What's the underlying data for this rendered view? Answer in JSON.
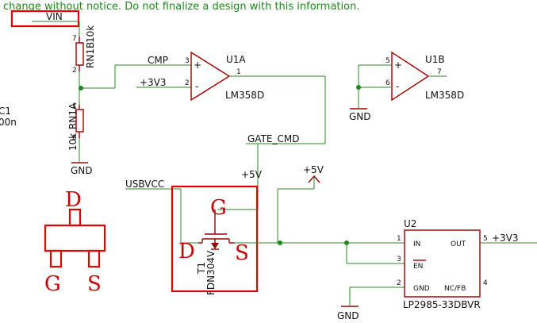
{
  "notice": "change without notice. Do not finalize a design with this information.",
  "nets": {
    "vin": "VIN",
    "cmp": "CMP",
    "v33_in": "+3V3",
    "v33_out": "+3V3",
    "gate_cmd": "GATE_CMD",
    "usbvcc": "USBVCC",
    "v5_a": "+5V",
    "v5_b": "+5V",
    "gnd1": "GND",
    "gnd2": "GND",
    "gnd3": "GND"
  },
  "resistors": {
    "rn1b": {
      "ref": "RN1B",
      "value": "10k",
      "pin_top": "7",
      "pin_bot": "2"
    },
    "rn1a": {
      "ref": "RN1A",
      "value": "10k",
      "pin_top": "1",
      "pin_bot": "8"
    }
  },
  "cap_partial": {
    "ref": "C1",
    "value": "00n"
  },
  "u1a": {
    "ref": "U1A",
    "part": "LM358D",
    "pin_plus": "3",
    "pin_minus": "2",
    "pin_out": "1",
    "plus": "+",
    "minus": "-"
  },
  "u1b": {
    "ref": "U1B",
    "part": "LM358D",
    "pin_plus": "5",
    "pin_minus": "6",
    "pin_out": "7",
    "plus": "+",
    "minus": "-"
  },
  "t1": {
    "ref": "T1",
    "part": "FDN304V"
  },
  "u2": {
    "ref": "U2",
    "part": "LP2985-33DBVR",
    "pins": {
      "in": "IN",
      "en": "EN",
      "gnd": "GND",
      "out": "OUT",
      "nc": "NC/FB"
    },
    "pin_nums": {
      "in": "1",
      "en": "3",
      "gnd": "2",
      "out": "5",
      "nc": "4"
    }
  },
  "annotations": {
    "pkg_d": "D",
    "pkg_g": "G",
    "pkg_s": "S",
    "sch_g": "G",
    "sch_d": "D",
    "sch_s": "S"
  },
  "colors": {
    "wire": "#2a8a2a",
    "part": "#a00000",
    "highlight": "#e00000"
  }
}
